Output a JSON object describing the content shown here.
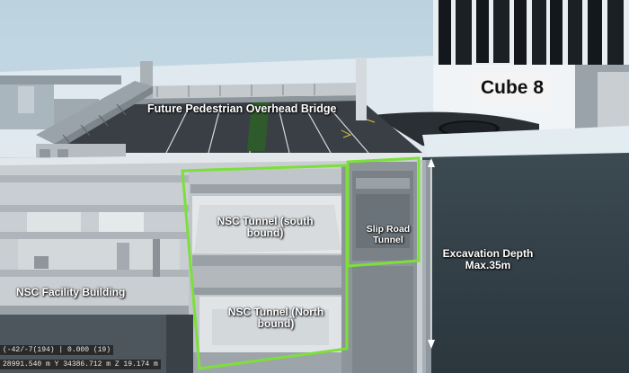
{
  "labels": {
    "bridge": "Future Pedestrian Overhead Bridge",
    "cube": "Cube 8",
    "tunnel_south": "NSC Tunnel (south bound)",
    "slip_road": "Slip Road Tunnel",
    "excavation": "Excavation Depth Max.35m",
    "facility": "NSC Facility Building",
    "tunnel_north": "NSC Tunnel (North bound)"
  },
  "status": {
    "line1": "(-42/-7(194) | 0.000 (19)",
    "line2": "28991.540 m  Y 34386.712 m  Z 19.174 m"
  },
  "colors": {
    "highlight": "#7ddf3a",
    "sky": "#cfe0ea",
    "road": "#3a3f45",
    "concrete": "#b9bec4"
  }
}
